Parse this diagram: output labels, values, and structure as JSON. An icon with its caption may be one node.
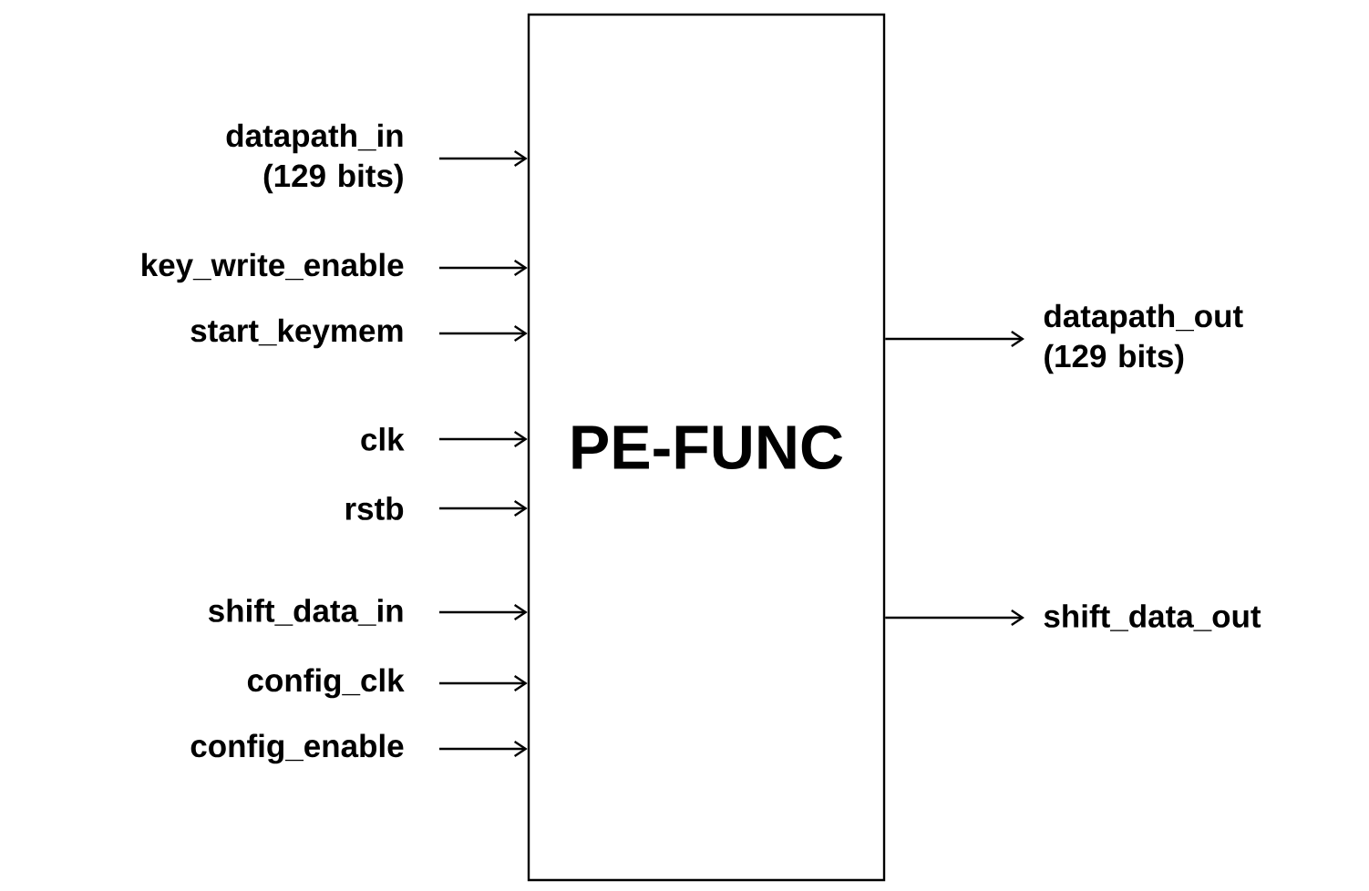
{
  "diagram": {
    "nodes": [
      {
        "text": [
          "PE-FUNC"
        ]
      },
      {
        "text": [
          "datapath_in (129 bits)"
        ]
      },
      {
        "text": [
          "key_write_enable"
        ]
      },
      {
        "text": [
          "start_keymem"
        ]
      },
      {
        "text": [
          "clk"
        ]
      },
      {
        "text": [
          "rstb"
        ]
      },
      {
        "text": [
          "shift_data_in"
        ]
      },
      {
        "text": [
          "config_clk"
        ]
      },
      {
        "text": [
          "config_enable"
        ]
      },
      {
        "text": [
          "datapath_out (129 bits)"
        ]
      },
      {
        "text": [
          "shift_data_out"
        ]
      }
    ],
    "edges": [
      {
        "from": 1,
        "to": 0,
        "arrow": "to"
      },
      {
        "from": 2,
        "to": 0,
        "arrow": "to"
      },
      {
        "from": 3,
        "to": 0,
        "arrow": "to"
      },
      {
        "from": 4,
        "to": 0,
        "arrow": "to"
      },
      {
        "from": 5,
        "to": 0,
        "arrow": "to"
      },
      {
        "from": 6,
        "to": 0,
        "arrow": "to"
      },
      {
        "from": 7,
        "to": 0,
        "arrow": "to"
      },
      {
        "from": 8,
        "to": 0,
        "arrow": "to"
      },
      {
        "from": 0,
        "to": 9,
        "arrow": "to"
      },
      {
        "from": 0,
        "to": 10,
        "arrow": "to"
      }
    ]
  }
}
